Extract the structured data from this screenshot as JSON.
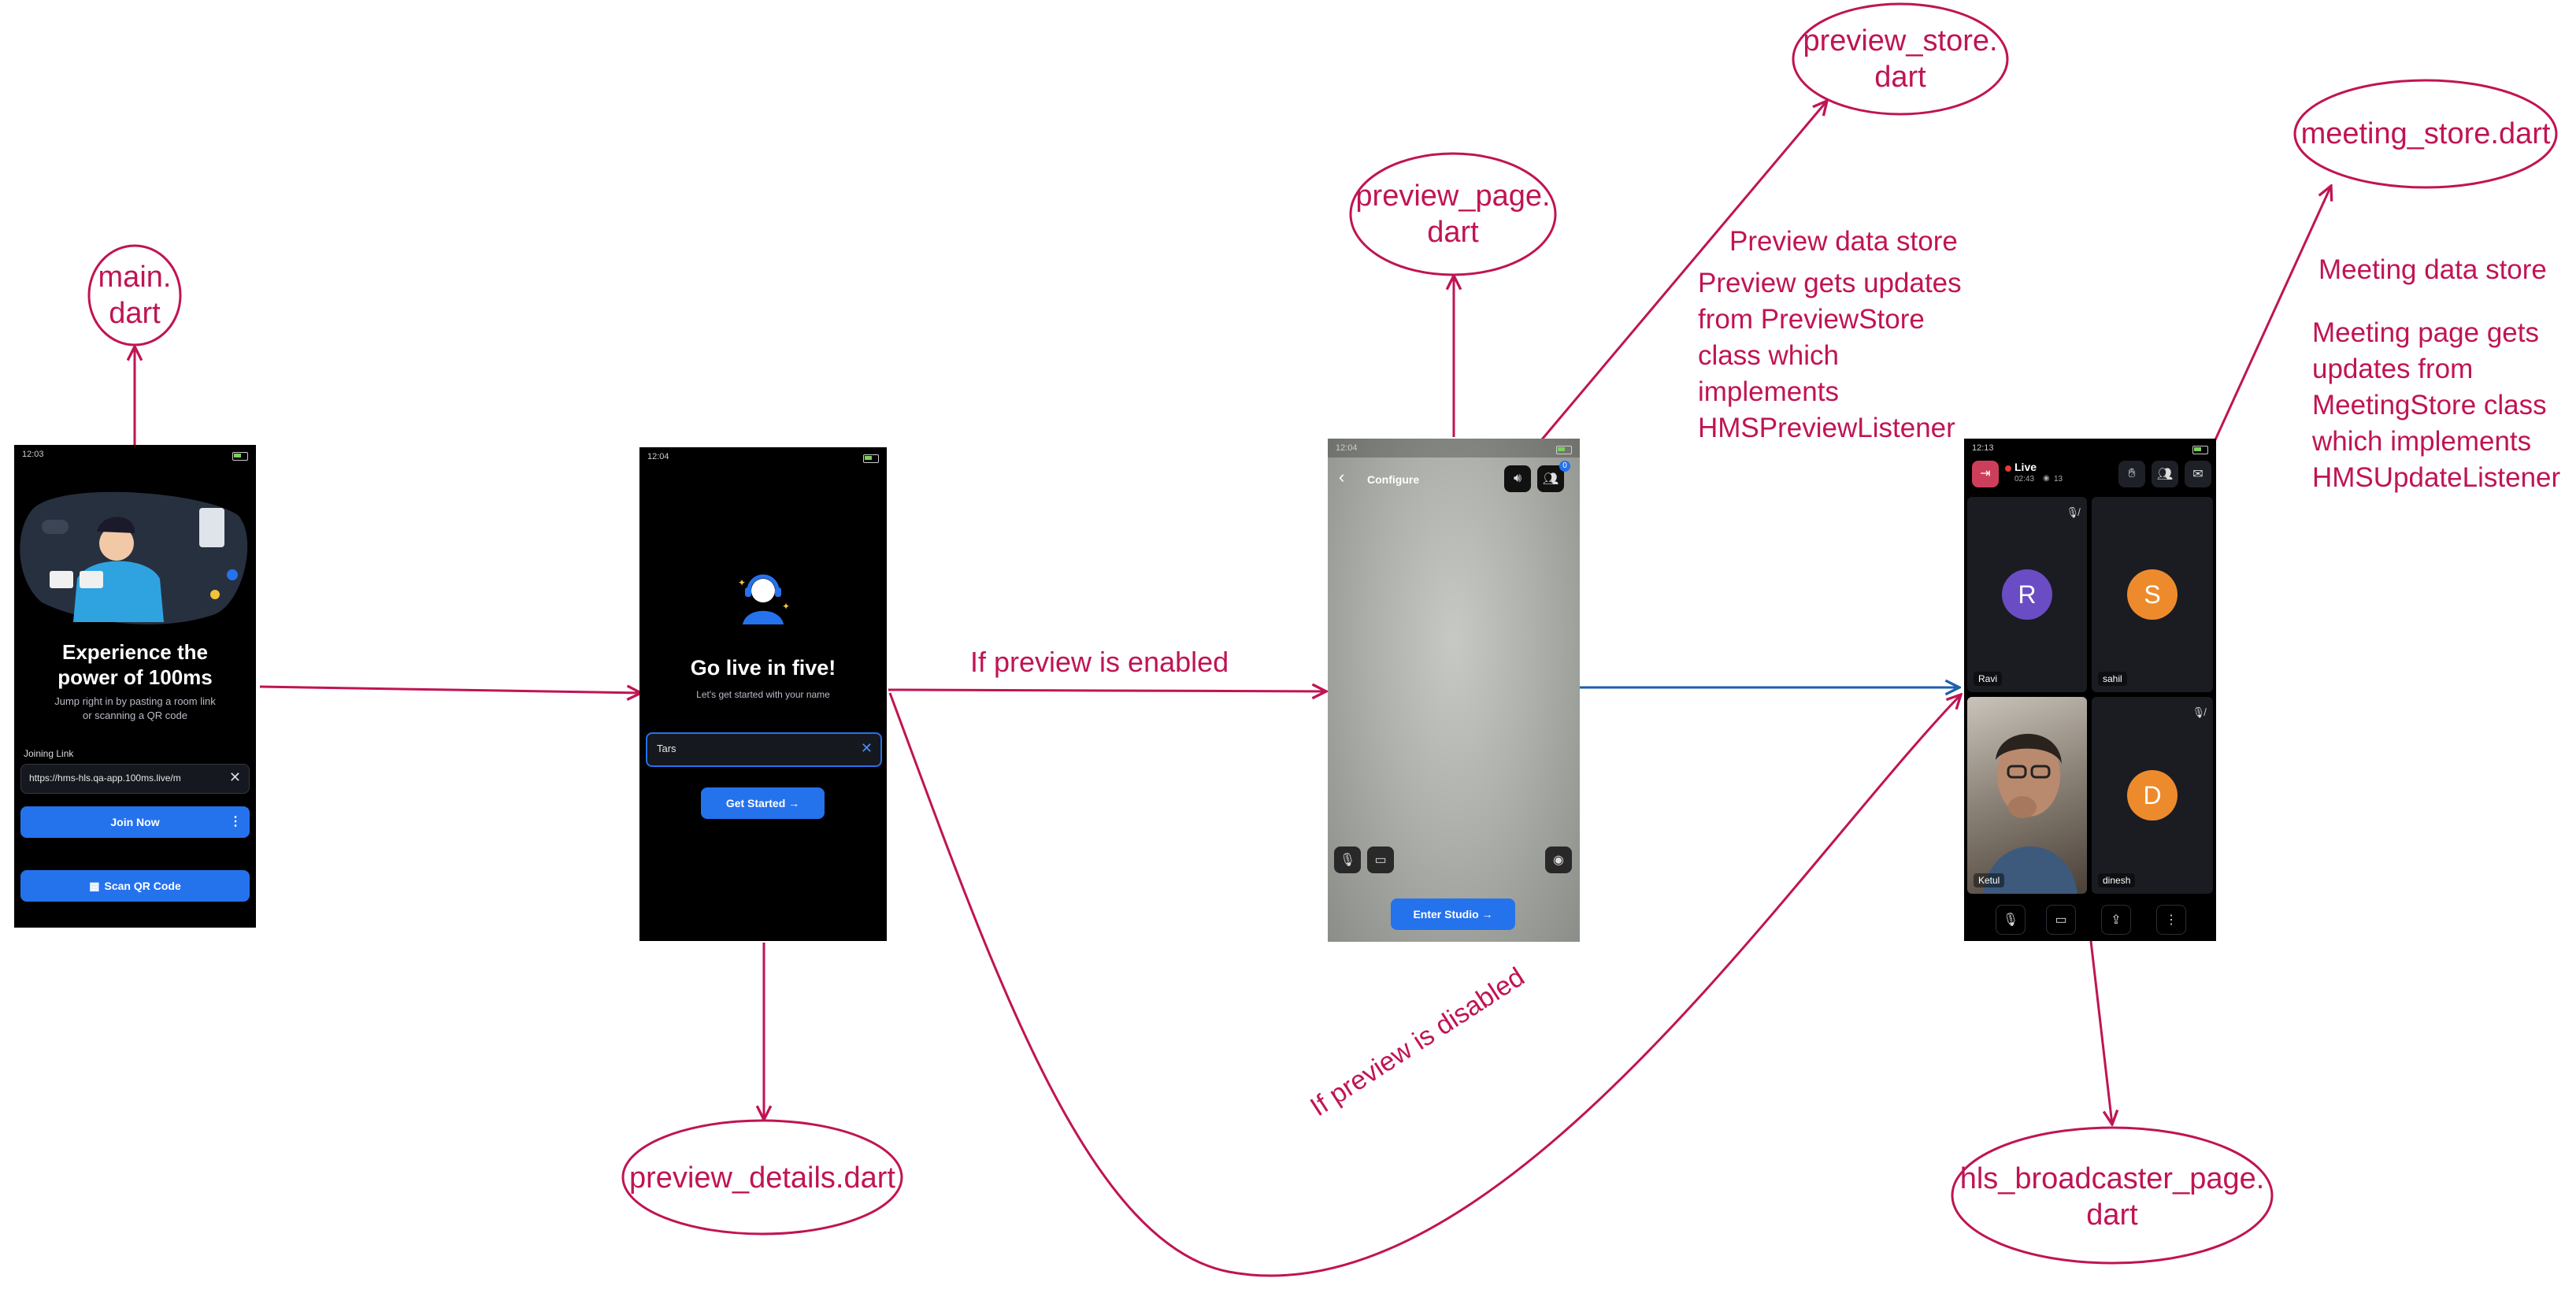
{
  "colors": {
    "annotation": "#c01454",
    "arrow_blue": "#1f5fae",
    "primary": "#2572ed"
  },
  "nodes": {
    "main": "main.\ndart",
    "preview_page": "preview_page.\ndart",
    "preview_store": "preview_store.\ndart",
    "meeting_store": "meeting_store.dart",
    "preview_details": "preview_details.dart",
    "hls_broadcaster": "hls_broadcaster_page.\ndart"
  },
  "notes": {
    "preview_store_title": "Preview data store",
    "preview_store_desc": "Preview gets updates\nfrom PreviewStore\nclass which\nimplements\nHMSPreviewListener",
    "meeting_store_title": "Meeting data store",
    "meeting_store_desc": "Meeting page gets\nupdates from\nMeetingStore class\nwhich implements\nHMSUpdateListener",
    "preview_enabled": "If preview is enabled",
    "preview_disabled": "If preview is disabled"
  },
  "screen_home": {
    "time": "12:03",
    "title": "Experience the\npower of 100ms",
    "subtitle": "Jump right in by pasting a room link\nor scanning a QR code",
    "joining_label": "Joining Link",
    "link_value": "https://hms-hls.qa-app.100ms.live/m",
    "join_button": "Join Now",
    "scan_button": "Scan QR Code"
  },
  "screen_details": {
    "time": "12:04",
    "title": "Go live in five!",
    "subtitle": "Let's get started with your name",
    "name_value": "Tars",
    "button": "Get Started →"
  },
  "screen_preview": {
    "time": "12:04",
    "header": "Configure",
    "peer_badge": "0",
    "button": "Enter Studio →"
  },
  "screen_meeting": {
    "time": "12:13",
    "live_label": "Live",
    "duration": "02:43",
    "viewers": "13",
    "tiles": [
      {
        "initial": "R",
        "name": "Ravi",
        "color": "#6a4dc4"
      },
      {
        "initial": "S",
        "name": "sahil",
        "color": "#ed8b2c"
      },
      {
        "initial": "",
        "name": "Ketul",
        "color": "#3a3027"
      },
      {
        "initial": "D",
        "name": "dinesh",
        "color": "#ed8b2c"
      }
    ]
  }
}
